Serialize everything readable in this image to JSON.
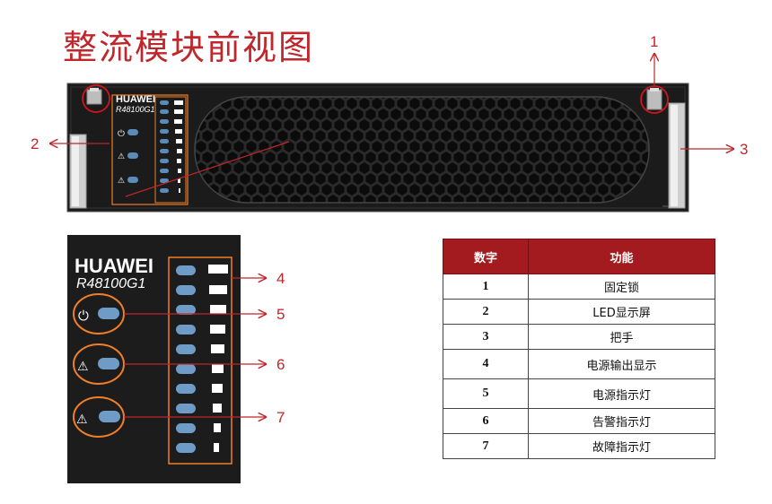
{
  "title": "整流模块前视图",
  "front_panel": {
    "brand": "HUAWEI",
    "model": "R48100G1"
  },
  "callouts": [
    "1",
    "2",
    "3",
    "4",
    "5",
    "6",
    "7"
  ],
  "table": {
    "headers": [
      "数字",
      "功能"
    ],
    "rows": [
      {
        "num": "1",
        "func": "固定锁"
      },
      {
        "num": "2",
        "func": "LED显示屏"
      },
      {
        "num": "3",
        "func": "把手"
      },
      {
        "num": "4",
        "func": "电源输出显示"
      },
      {
        "num": "5",
        "func": "电源指示灯"
      },
      {
        "num": "6",
        "func": "告警指示灯"
      },
      {
        "num": "7",
        "func": "故障指示灯"
      }
    ]
  },
  "colors": {
    "accent": "#c0262b",
    "header": "#a31b1f",
    "panel": "#1a1a1a",
    "highlight": "#f07f28"
  }
}
